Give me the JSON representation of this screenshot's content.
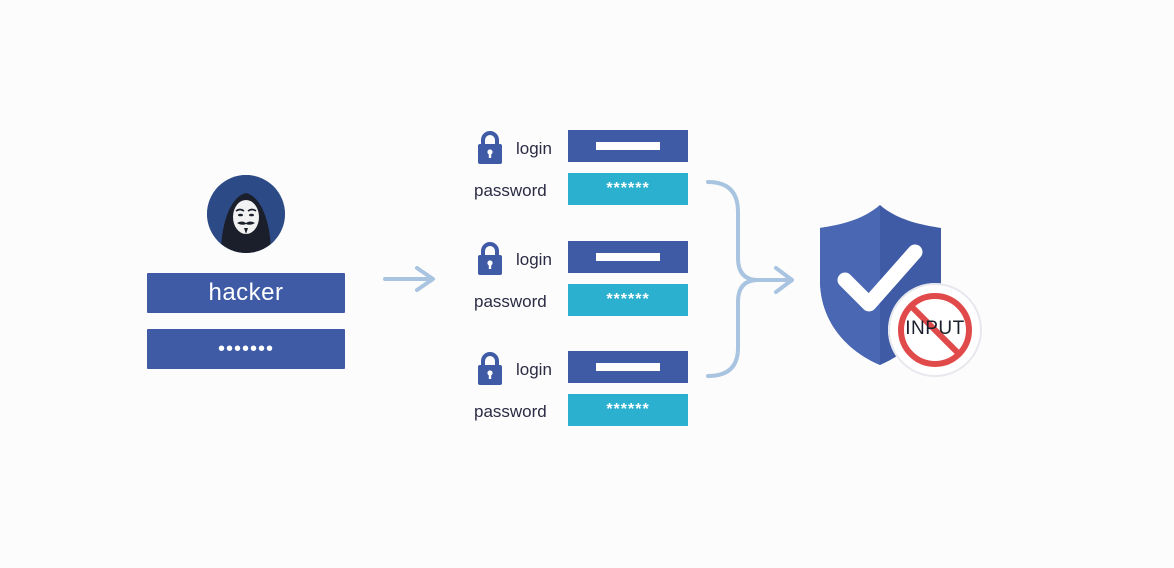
{
  "hacker": {
    "username": "hacker",
    "password_mask": "•••••••"
  },
  "credentials": [
    {
      "login_label": "login",
      "password_label": "password",
      "password_mask": "******"
    },
    {
      "login_label": "login",
      "password_label": "password",
      "password_mask": "******"
    },
    {
      "login_label": "login",
      "password_label": "password",
      "password_mask": "******"
    }
  ],
  "blocked": {
    "input_label": "INPUT"
  },
  "icons": {
    "avatar": "hacker-mask-icon",
    "lock": "padlock-icon",
    "shield": "shield-check-icon",
    "prohibited": "prohibited-icon"
  },
  "colors": {
    "primary_blue": "#3f5ba5",
    "cyan": "#2bb0cf",
    "shield_blue": "#3f5ba5",
    "arrow": "#a9c4e0",
    "no_sign_red": "#e14a4a"
  }
}
